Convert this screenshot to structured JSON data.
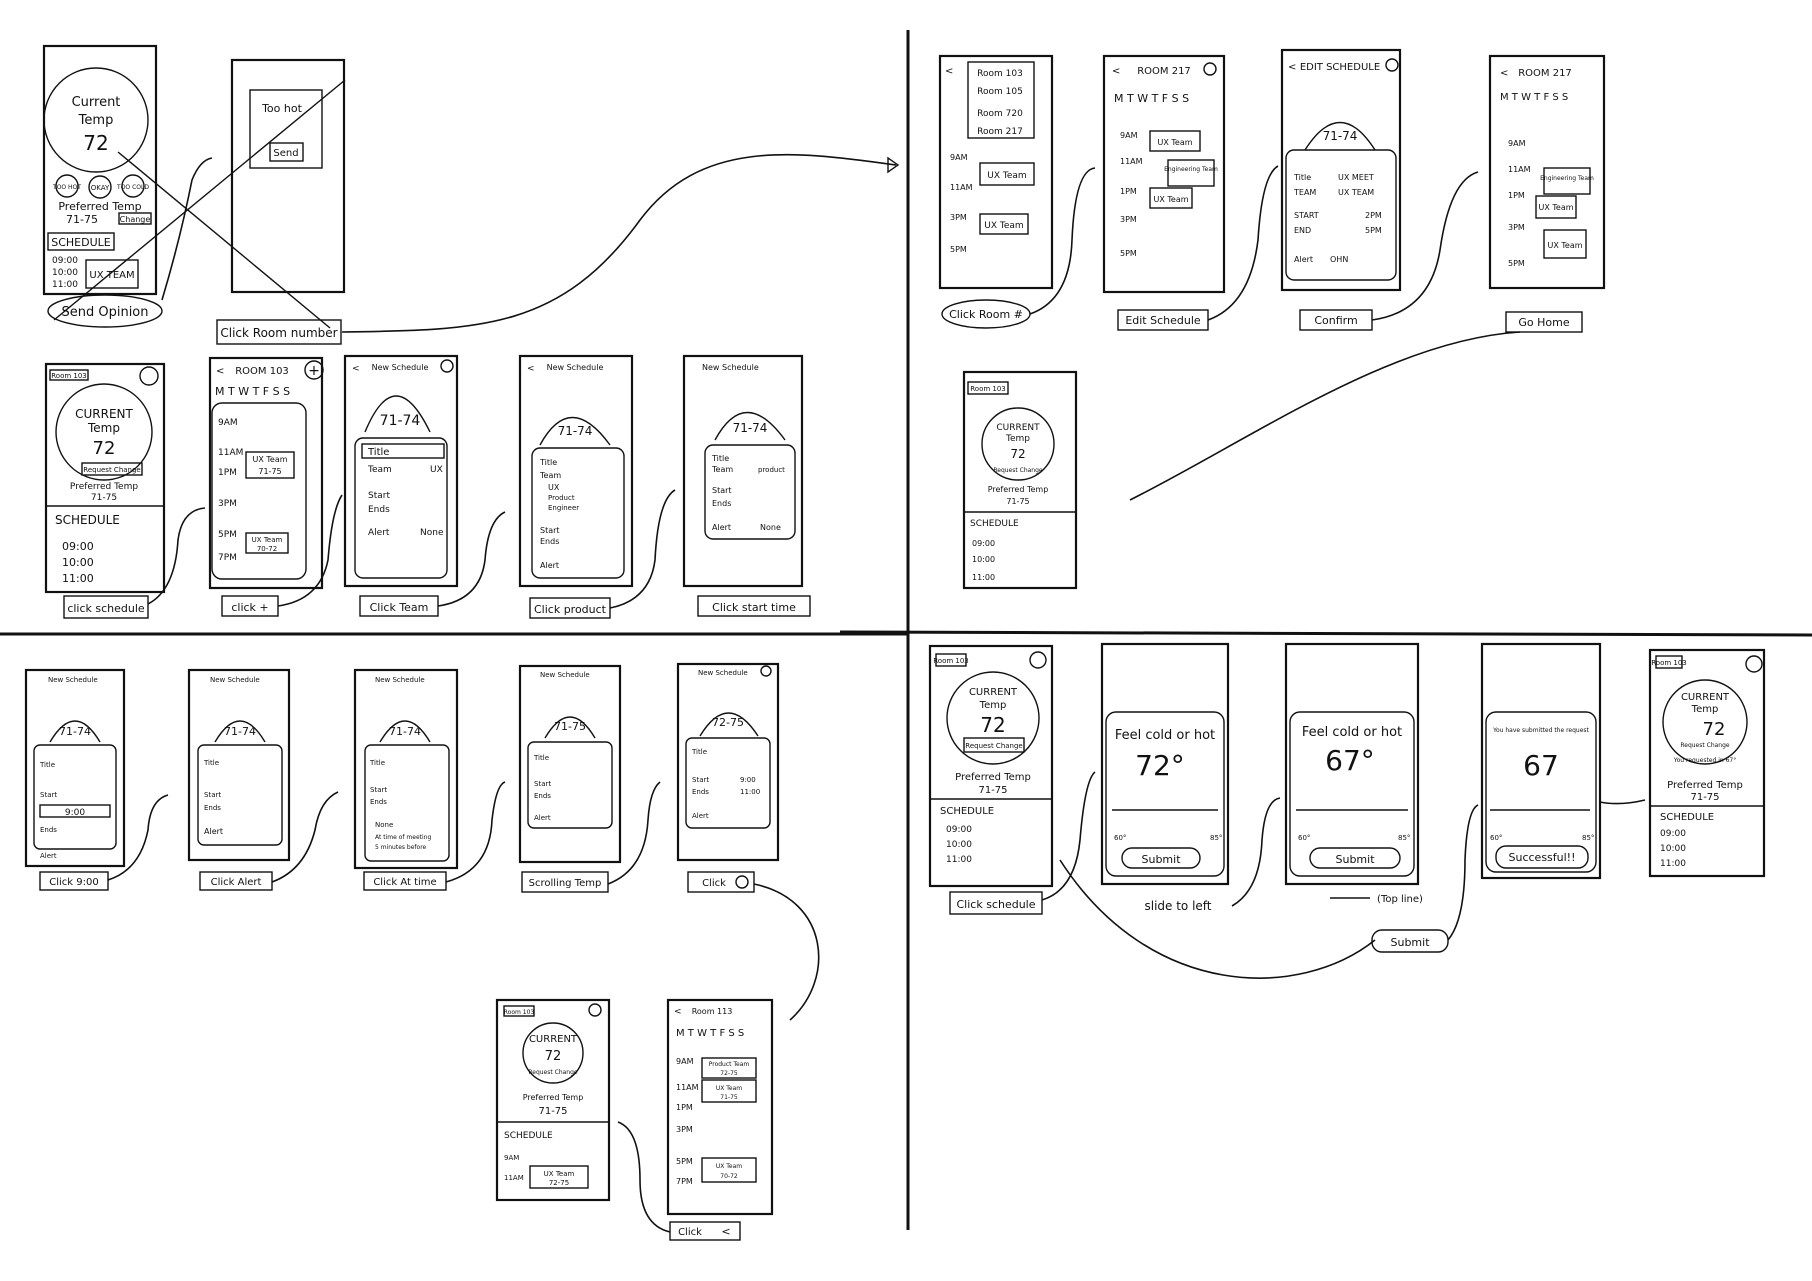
{
  "home_screen": {
    "current": "CURRENT",
    "temp": "Temp",
    "value": "72",
    "request_change": "Request Change",
    "preferred_temp": "Preferred Temp",
    "preferred_range": "71-75",
    "schedule": "SCHEDULE",
    "times": [
      "09:00",
      "10:00",
      "11:00"
    ],
    "room_tag": "Room 103",
    "alt_room_tag": "Room 103"
  },
  "first_home": {
    "current": "Current",
    "temp": "Temp",
    "value": "72",
    "too_hot": "TOO HOT",
    "okay": "OKAY",
    "too_cold": "TOO COLD",
    "preferred": "Preferred Temp",
    "range": "71-75",
    "change": "Change",
    "schedule": "SCHEDULE",
    "times": [
      "09:00",
      "10:00",
      "11:00"
    ],
    "event": "UX TEAM",
    "too_hot_dialog": "Too hot",
    "send": "Send"
  },
  "room_schedule": {
    "room_103": "ROOM 103",
    "room_217": "ROOM 217",
    "room_113": "Room 113",
    "days": [
      "M",
      "T",
      "W",
      "T",
      "F",
      "S",
      "S"
    ],
    "hours": [
      "9AM",
      "11AM",
      "1PM",
      "3PM",
      "5PM",
      "7PM"
    ],
    "ux_team": "UX Team",
    "ux_range": "71-75",
    "ux_range2": "70-72",
    "product_team": "Product Team",
    "product_range": "72-75",
    "engineering_team": "Engineering Team",
    "dropdown_rooms": [
      "Room 103",
      "Room 105",
      "Room 720",
      "Room 217"
    ]
  },
  "new_schedule": {
    "header": "New Schedule",
    "range": "71-74",
    "range_alt": "71-75",
    "range_alt2": "72-75",
    "title_label": "Title",
    "team_label": "Team",
    "team_value": "UX",
    "team_value_product": "product",
    "start_label": "Start",
    "ends_label": "Ends",
    "alert_label": "Alert",
    "alert_value": "None",
    "time_value": "9:00",
    "time_end": "11:00",
    "options": [
      "UX",
      "Product",
      "Engineer"
    ],
    "alert_options": [
      "None",
      "At time of meeting",
      "5 minutes before"
    ]
  },
  "edit_schedule": {
    "header": "EDIT SCHEDULE",
    "range": "71-74",
    "title_label": "Title",
    "title_value": "UX MEET",
    "team_label": "TEAM",
    "team_value": "UX TEAM",
    "start_label": "START",
    "start_value": "2PM",
    "end_label": "END",
    "end_value": "5PM",
    "alert_label": "Alert",
    "alert_value": "OHN"
  },
  "feel_screens": {
    "prompt": "Feel cold or hot",
    "value_a": "72°",
    "value_b": "67°",
    "value_c": "67",
    "min": "60°",
    "max": "85°",
    "submit": "Submit",
    "submitted_msg": "You have submitted the request",
    "success": "Successful!!",
    "requested": "You requested in 67°"
  },
  "captions": {
    "send_opinion": "Send Opinion",
    "click_room_number": "Click Room number",
    "click_schedule": "click schedule",
    "click_plus": "click +",
    "click_team": "Click Team",
    "click_product": "Click product",
    "click_start_time": "Click start time",
    "click_room": "Click Room #",
    "edit_schedule": "Edit Schedule",
    "confirm": "Confirm",
    "go_home": "Go Home",
    "click_time": "Click 9:00",
    "click_alert": "Click Alert",
    "click_at_time": "Click At time",
    "scrolling_temp": "Scrolling Temp",
    "click_check": "Click",
    "click_back": "Click",
    "click_schedule_2": "Click schedule",
    "slide_to_left": "slide to left",
    "top_line": "(Top line)",
    "submit": "Submit"
  },
  "colors": {
    "ink": "#111111",
    "paper": "#ffffff"
  }
}
